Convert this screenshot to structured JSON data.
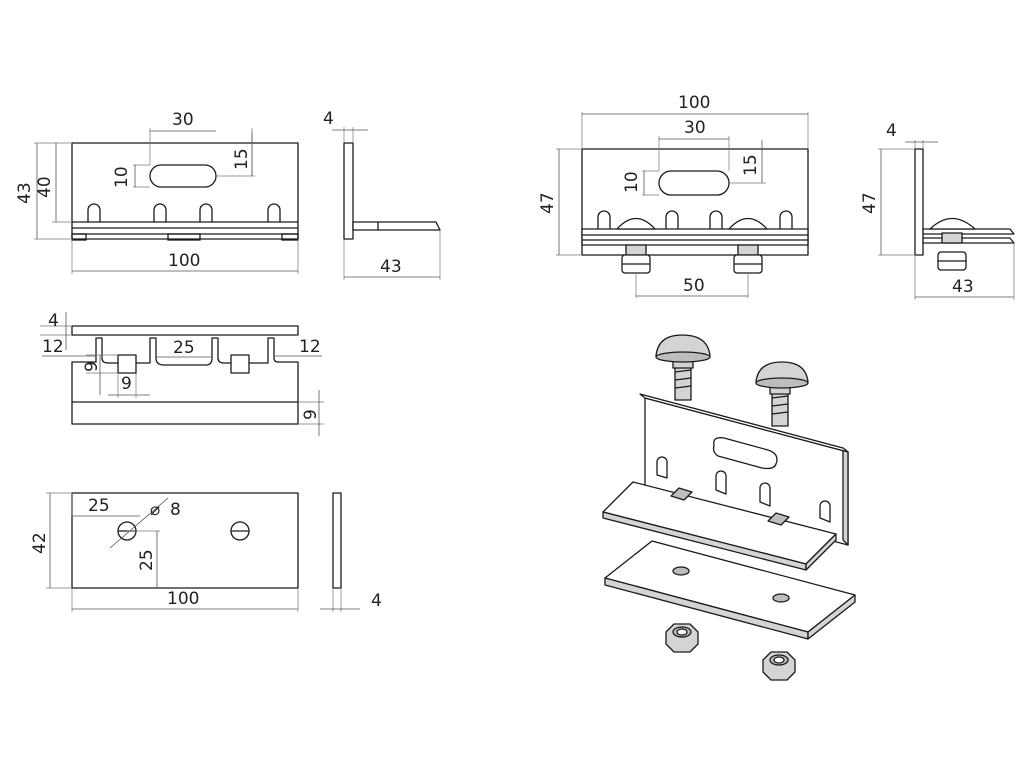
{
  "dimensions": {
    "view1": {
      "slot_width": "30",
      "slot_length": "15",
      "slot_height": "10",
      "height_outer": "43",
      "height_inner": "40",
      "width": "100"
    },
    "view2": {
      "thickness": "4",
      "depth": "43"
    },
    "view3": {
      "thickness": "4",
      "end_left": "12",
      "end_right": "12",
      "notch": "25",
      "hole_offset": "9",
      "hole_size": "9",
      "base_height": "9"
    },
    "view4": {
      "offset_x": "25",
      "diameter": "8",
      "offset_y": "25",
      "height": "42",
      "width": "100",
      "thickness": "4"
    },
    "view5": {
      "width": "100",
      "slot_width": "30",
      "slot_length": "15",
      "slot_height": "10",
      "height": "47",
      "bolt_spacing": "50"
    },
    "view6": {
      "thickness": "4",
      "height": "47",
      "depth": "43"
    }
  },
  "symbols": {
    "diameter": "⌀"
  }
}
